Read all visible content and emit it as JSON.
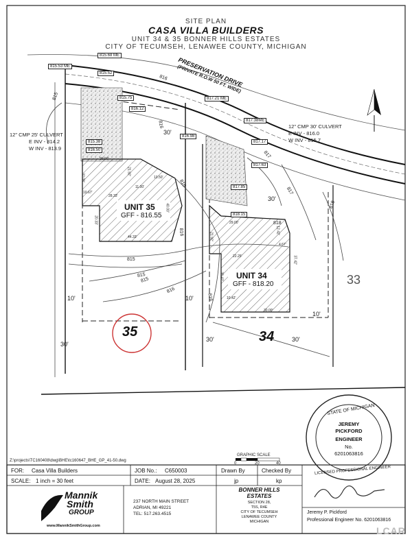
{
  "header": {
    "line1": "SITE PLAN",
    "title": "CASA VILLA BUILDERS",
    "line3": "UNIT 34 & 35 BONNER HILLS ESTATES",
    "line4": "CITY OF TECUMSEH, LENAWEE COUNTY, MICHIGAN"
  },
  "road": {
    "name": "PRESERVATION DRIVE",
    "sub": "(PRIVATE R.O.W 50 FT. WIDE)"
  },
  "elevations": {
    "e1": "815.53 ME",
    "e2": "815.68 ME",
    "e3": "815.52",
    "e4": "815.75",
    "e5": "816.12",
    "e6": "815.38",
    "e7": "816.50",
    "e8": "817.21 ME",
    "e9": "816.98",
    "e10": "817.38ME",
    "e11": "817.17",
    "e12": "817.63",
    "e13": "817.85",
    "e14": "818.15"
  },
  "culverts": {
    "left": {
      "l1": "12\" CMP 25' CULVERT",
      "l2": "E INV - 814.2",
      "l3": "W INV - 813.9"
    },
    "right": {
      "l1": "12\" CMP 30' CULVERT",
      "l2": "E INV - 816.0",
      "l3": "W INV - 815.7"
    }
  },
  "units": {
    "u35": {
      "label": "UNIT 35",
      "gff": "GFF - 816.55",
      "lot": "35"
    },
    "u34": {
      "label": "UNIT 34",
      "gff": "GFF - 818.20",
      "lot": "34"
    },
    "u33": "33"
  },
  "dims": {
    "d30a": "30'",
    "d30b": "30'",
    "d30c": "30'",
    "d30d": "30'",
    "d30e": "30'",
    "d10a": "10'",
    "d10b": "10'",
    "d10c": "10'",
    "b1": "29.00'",
    "b2": "21.92'",
    "b3": "32.08'",
    "b4": "11.00'",
    "b5": "13.50'",
    "b6": "10.67'",
    "b7": "20.33'",
    "b8": "28.33'",
    "b9": "44.33'",
    "b10": "40.00'",
    "c1": "29.00'",
    "c2": "21.92'",
    "c3": "12.42'",
    "c4": "4.67'",
    "c5": "22.25'",
    "c6": "38.42'",
    "c7": "37.42'",
    "c8": "10.42'",
    "c9": "30.00'"
  },
  "contours": [
    "815",
    "816",
    "815",
    "816",
    "816",
    "815",
    "816",
    "816",
    "817",
    "817",
    "818",
    "818",
    "816",
    "815"
  ],
  "file_path": "Z:\\projects\\TC160408\\dwg\\BHE\\tc160647_BHE_GP_41-50.dwg",
  "scale_bar": {
    "title": "GRAPHIC SCALE",
    "t0": "0",
    "t20": "20",
    "t40": "40"
  },
  "title_block": {
    "for_label": "FOR:",
    "for_value": "Casa Villa Builders",
    "job_label": "JOB No.:",
    "job_value": "C650003",
    "scale_label": "SCALE:",
    "scale_value": "1 inch = 30 feet",
    "date_label": "DATE:",
    "date_value": "August 28, 2025",
    "drawn_label": "Drawn By",
    "drawn_value": "jp",
    "checked_label": "Checked By",
    "checked_value": "kp",
    "company1": "Mannik",
    "company2": "Smith",
    "company3": "GROUP",
    "company_url": "www.MannikSmithGroup.com",
    "address1": "237 NORTH MAIN STREET",
    "address2": "ADRIAN, MI 49221",
    "address3": "TEL: 517.263.4515",
    "project1": "BONNER HILLS",
    "project2": "ESTATES",
    "section1": "SECTION 28,",
    "section2": "T5S, R4E",
    "section3": "CITY OF TECUMSEH",
    "section4": "LENAWEE COUNTY",
    "section5": "MICHIGAN",
    "engineer_name": "Jeremy P. Pickford",
    "engineer_line": "Professional Engineer No. 6201063816"
  },
  "seal": {
    "top": "STATE OF MICHIGAN",
    "bottom": "LICENSED PROFESSIONAL ENGINEER",
    "l1": "JEREMY",
    "l2": "PICKFORD",
    "l3": "ENGINEER",
    "l4": "No.",
    "l5": "6201063816"
  },
  "watermark": "LCAR"
}
